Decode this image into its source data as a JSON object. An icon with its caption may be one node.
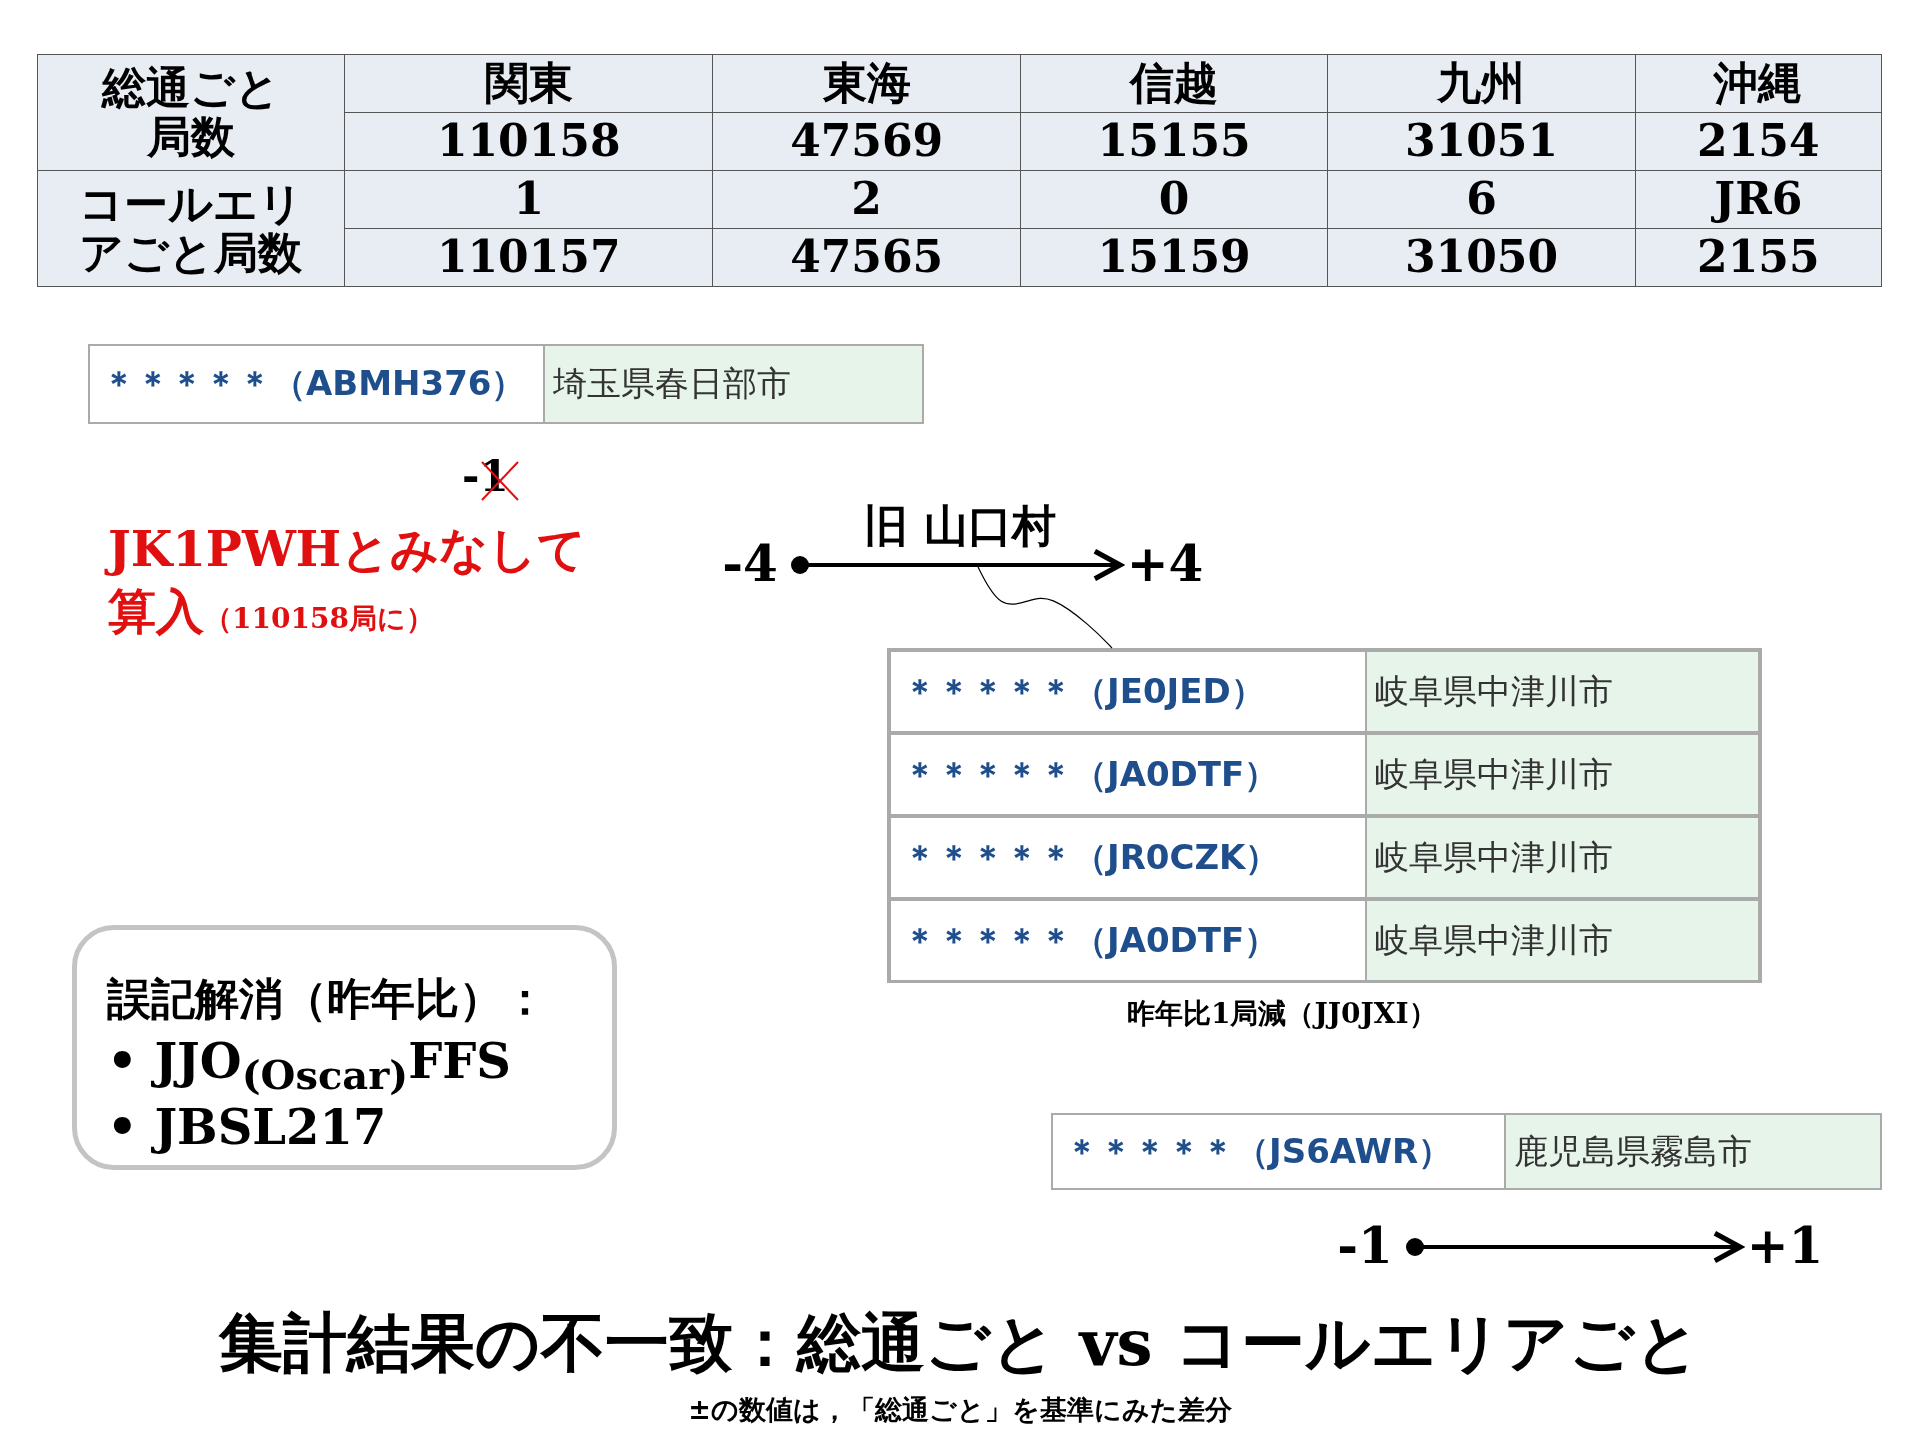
{
  "diagram": {
    "title": "集計結果の不一致：総通ごと vs コールエリアごと",
    "caption": "±の数値は，「総通ごと」を基準にみた差分",
    "nodes": [
      {
        "text": [
          "＊＊＊＊＊（ABMH376）",
          "埼玉県春日部市"
        ]
      },
      {
        "text": [
          "-4"
        ]
      },
      {
        "text": [
          "+4"
        ]
      },
      {
        "text": [],
        "shape": "box",
        "beside": [
          "昨年比1局減（JJ0JXI）"
        ]
      },
      {
        "text": [
          "＊＊＊＊＊（JE0JED）",
          "岐阜県中津川市"
        ],
        "in": 3
      },
      {
        "text": [
          "＊＊＊＊＊（JA0DTF）",
          "岐阜県中津川市"
        ],
        "in": 3
      },
      {
        "text": [
          "＊＊＊＊＊（JR0CZK）",
          "岐阜県中津川市"
        ],
        "in": 3
      },
      {
        "text": [
          "＊＊＊＊＊（JA0DTF）",
          "岐阜県中津川市"
        ],
        "in": 3
      },
      {
        "text": [
          "誤記解消（昨年比）：",
          "• JJO$_{(Oscar)}$FFS",
          "• JBSL217"
        ]
      },
      {
        "text": [
          "＊＊＊＊＊（JS6AWR）",
          "鹿児島県霧島市"
        ]
      },
      {
        "text": [
          "-1"
        ]
      },
      {
        "text": [
          "+1"
        ]
      }
    ],
    "edges": [
      {
        "from": 1,
        "to": 2,
        "arrow": "to",
        "label": "旧 山口村"
      },
      {
        "from": null,
        "to": 3,
        "arrow": "none"
      },
      {
        "from": 10,
        "to": 11,
        "arrow": "to"
      }
    ],
    "labels": [
      "総通ごと局数",
      "関東",
      "東海",
      "信越",
      "九州",
      "沖縄",
      "110158",
      "47569",
      "15155",
      "31051",
      "2154",
      "コールエリアごと局数",
      "1",
      "2",
      "0",
      "6",
      "JR6",
      "110157",
      "47565",
      "15159",
      "31050",
      "2155",
      "-1",
      "JK1PWHとみなして算入",
      "（110158局に）"
    ]
  }
}
